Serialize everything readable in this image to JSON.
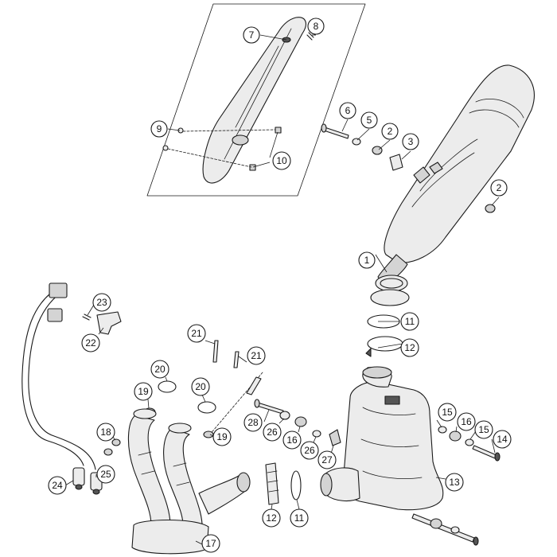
{
  "callouts": [
    {
      "id": "c7",
      "label": "7"
    },
    {
      "id": "c8",
      "label": "8"
    },
    {
      "id": "c9",
      "label": "9"
    },
    {
      "id": "c10",
      "label": "10"
    },
    {
      "id": "c6",
      "label": "6"
    },
    {
      "id": "c5",
      "label": "5"
    },
    {
      "id": "c2a",
      "label": "2"
    },
    {
      "id": "c3",
      "label": "3"
    },
    {
      "id": "c2b",
      "label": "2"
    },
    {
      "id": "c1",
      "label": "1"
    },
    {
      "id": "c11a",
      "label": "11"
    },
    {
      "id": "c12a",
      "label": "12"
    },
    {
      "id": "c23",
      "label": "23"
    },
    {
      "id": "c22",
      "label": "22"
    },
    {
      "id": "c21a",
      "label": "21"
    },
    {
      "id": "c21b",
      "label": "21"
    },
    {
      "id": "c20a",
      "label": "20"
    },
    {
      "id": "c20b",
      "label": "20"
    },
    {
      "id": "c19a",
      "label": "19"
    },
    {
      "id": "c19b",
      "label": "19"
    },
    {
      "id": "c28",
      "label": "28"
    },
    {
      "id": "c26a",
      "label": "26"
    },
    {
      "id": "c16a",
      "label": "16"
    },
    {
      "id": "c26b",
      "label": "26"
    },
    {
      "id": "c27",
      "label": "27"
    },
    {
      "id": "c15a",
      "label": "15"
    },
    {
      "id": "c16b",
      "label": "16"
    },
    {
      "id": "c15b",
      "label": "15"
    },
    {
      "id": "c14",
      "label": "14"
    },
    {
      "id": "c13",
      "label": "13"
    },
    {
      "id": "c18",
      "label": "18"
    },
    {
      "id": "c25",
      "label": "25"
    },
    {
      "id": "c24",
      "label": "24"
    },
    {
      "id": "c12b",
      "label": "12"
    },
    {
      "id": "c11b",
      "label": "11"
    },
    {
      "id": "c17",
      "label": "17"
    }
  ]
}
